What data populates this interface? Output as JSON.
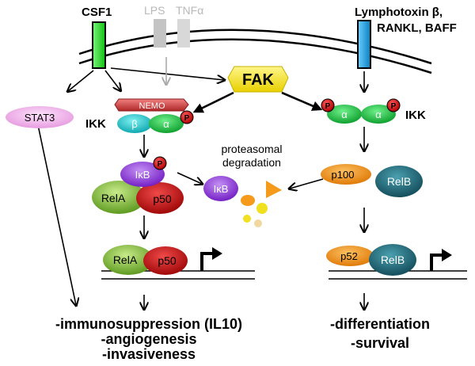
{
  "receptors": {
    "csf1": "CSF1",
    "lps": "LPS",
    "tnfa": "TNFα",
    "lymphotoxin_line1": "Lymphotoxin β,",
    "lymphotoxin_line2": "RANKL, BAFF"
  },
  "nodes": {
    "fak": "FAK",
    "stat3": "STAT3",
    "nemo": "NEMO",
    "ikk_left": "IKK",
    "ikk_right": "IKK",
    "beta": "β",
    "alpha": "α",
    "phospho": "P",
    "ikb": "IκB",
    "rela": "RelA",
    "p50": "p50",
    "p100": "p100",
    "relb": "RelB",
    "p52": "p52"
  },
  "labels": {
    "proteasomal_line1": "proteasomal",
    "proteasomal_line2": "degradation"
  },
  "outcomes": {
    "left_line1": "-immunosuppression (IL10)",
    "left_line2": "-angiogenesis",
    "left_line3": "-invasiveness",
    "right_line1": "-differentiation",
    "right_line2": "-survival"
  },
  "colors": {
    "csf1_receptor": "#22dd22",
    "lt_receptor": "#1ea0e0",
    "gray_receptor": "#c8c8c8",
    "fak": "#f5e81a",
    "stat3": "#f4b8f0",
    "nemo": "#d84848",
    "beta": "#22ccd0",
    "alpha": "#22cc44",
    "phospho": "#e01010",
    "ikb": "#9a3fe0",
    "rela": "#8dc63f",
    "p50": "#cc1111",
    "p100": "#f59a1a",
    "relb": "#1e6a7a"
  }
}
